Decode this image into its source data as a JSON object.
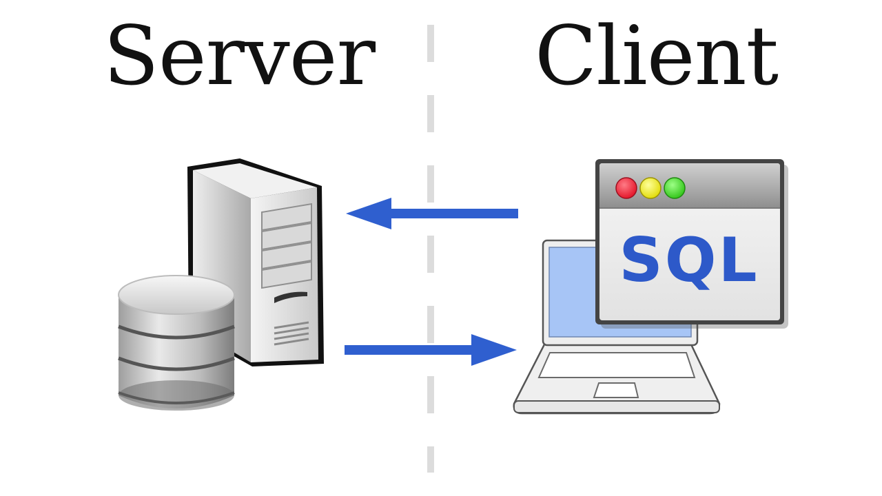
{
  "diagram": {
    "left_title": "Server",
    "right_title": "Client",
    "window_label": "SQL",
    "icons": [
      "server-tower-icon",
      "database-icon",
      "laptop-icon",
      "sql-window-icon",
      "arrow-left-icon",
      "arrow-right-icon"
    ],
    "colors": {
      "arrow": "#2f5fcf",
      "divider": "#dcdcdc",
      "sql_text": "#2d59c9",
      "window_red": "#e4172b",
      "window_yellow": "#f2ef1b",
      "window_green": "#3fd225",
      "laptop_screen": "#a7c5f6"
    }
  }
}
